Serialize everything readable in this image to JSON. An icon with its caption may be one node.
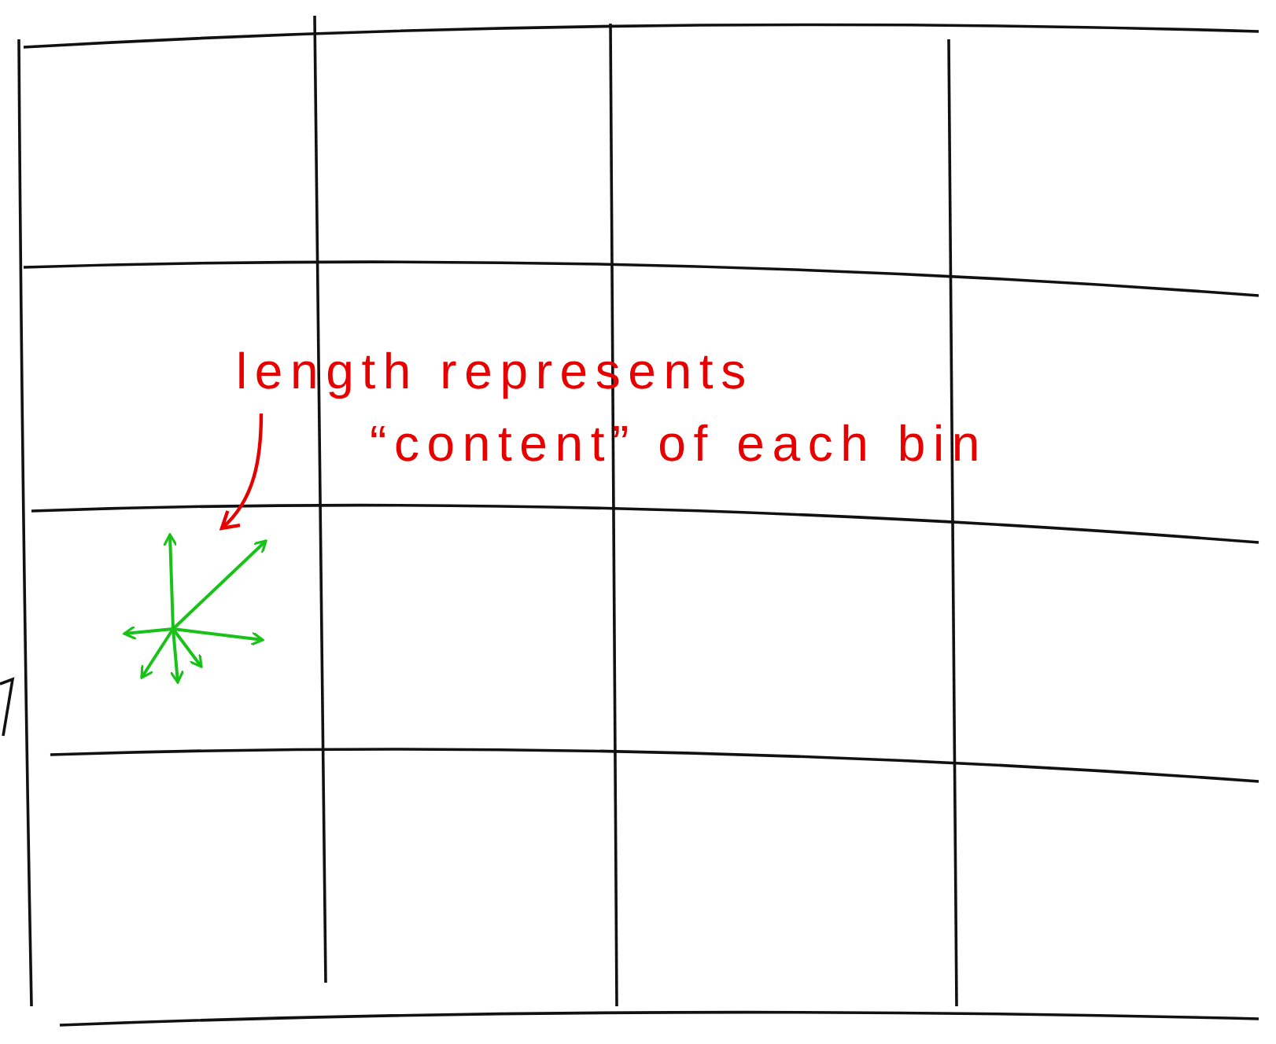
{
  "diagram": {
    "nodes": [
      {
        "text": [
          "length represents “content” of each bin"
        ]
      },
      {
        "text": [],
        "shape": "picture"
      }
    ],
    "edges": [
      {
        "from": 0,
        "to": 1,
        "arrow": "to"
      }
    ]
  }
}
